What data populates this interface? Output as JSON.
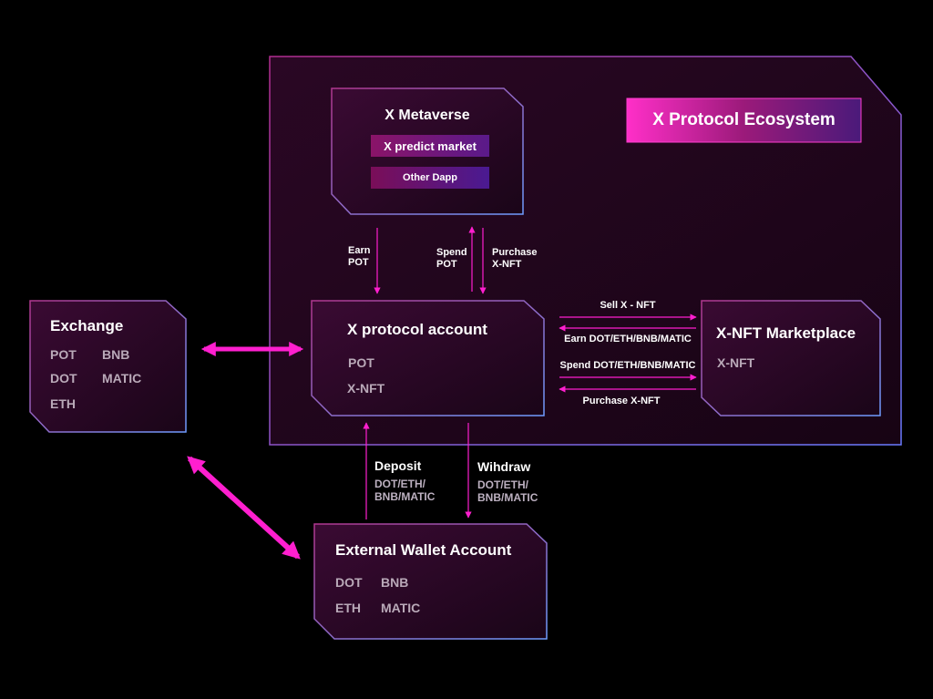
{
  "ecosystem": {
    "title": "X Protocol Ecosystem"
  },
  "metaverse": {
    "title": "X Metaverse",
    "items": [
      "X predict market",
      "Other Dapp"
    ]
  },
  "account": {
    "title": "X protocol account",
    "tokens": [
      "POT",
      "X-NFT"
    ]
  },
  "marketplace": {
    "title": "X-NFT Marketplace",
    "tokens": [
      "X-NFT"
    ]
  },
  "exchange": {
    "title": "Exchange",
    "tokens": [
      "POT",
      "BNB",
      "DOT",
      "MATIC",
      "ETH"
    ]
  },
  "wallet": {
    "title": "External Wallet Account",
    "tokens": [
      "DOT",
      "BNB",
      "ETH",
      "MATIC"
    ]
  },
  "flows": {
    "earn": [
      "Earn",
      "POT"
    ],
    "spend": [
      "Spend",
      "POT"
    ],
    "purchase": [
      "Purchase",
      "X-NFT"
    ],
    "sell_xnft": "Sell X - NFT",
    "earn_tokens": "Earn DOT/ETH/BNB/MATIC",
    "spend_tokens": "Spend DOT/ETH/BNB/MATIC",
    "purchase_xnft": "Purchase X-NFT",
    "deposit": {
      "title": "Deposit",
      "lines": [
        "DOT/ETH/",
        "BNB/MATIC"
      ]
    },
    "withdraw": {
      "title": "Wihdraw",
      "lines": [
        "DOT/ETH/",
        "BNB/MATIC"
      ]
    }
  },
  "colors": {
    "accent": "#ff1fcf",
    "panel_border": "#8f3a9a",
    "card_border": "#7aa0ff"
  }
}
